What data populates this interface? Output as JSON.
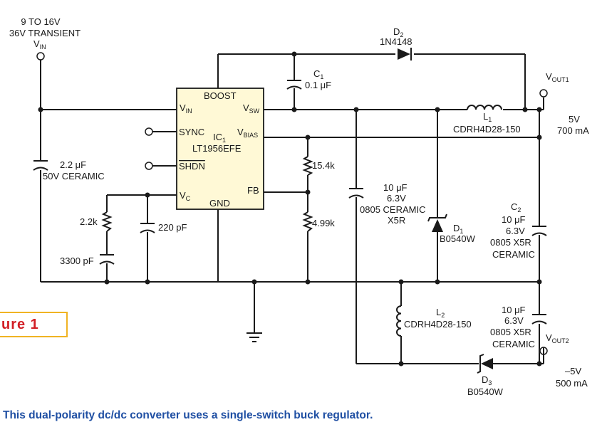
{
  "input": {
    "voltage_range": "9 TO 16V",
    "transient": "36V TRANSIENT",
    "vin_label": "V",
    "vin_sub": "IN"
  },
  "ic": {
    "name": "IC",
    "name_sub": "1",
    "part": "LT1956EFE",
    "pins": {
      "boost": "BOOST",
      "vin": "V",
      "vin_sub": "IN",
      "vsw": "V",
      "vsw_sub": "SW",
      "sync": "SYNC",
      "vbias": "V",
      "vbias_sub": "BIAS",
      "shdn": "SHDN",
      "fb": "FB",
      "vc": "V",
      "vc_sub": "C",
      "gnd": "GND"
    }
  },
  "components": {
    "d2": {
      "ref": "D",
      "ref_sub": "2",
      "part": "1N4148"
    },
    "c1": {
      "ref": "C",
      "ref_sub": "1",
      "value": "0.1 μF"
    },
    "l1": {
      "ref": "L",
      "ref_sub": "1",
      "part": "CDRH4D28-150"
    },
    "cin": {
      "value": "2.2 μF",
      "type": "50V CERAMIC"
    },
    "r_fb_top": {
      "value": "15.4k"
    },
    "r_fb_bot": {
      "value": "4.99k"
    },
    "cbst": {
      "value": "10 μF",
      "voltage": "6.3V",
      "type": "0805 CERAMIC",
      "dielectric": "X5R"
    },
    "d1": {
      "ref": "D",
      "ref_sub": "1",
      "part": "B0540W"
    },
    "c2": {
      "ref": "C",
      "ref_sub": "2",
      "value": "10 μF",
      "voltage": "6.3V",
      "type": "0805 X5R",
      "dielectric": "CERAMIC"
    },
    "rc": {
      "value": "2.2k"
    },
    "cc": {
      "value": "220 pF"
    },
    "cc2": {
      "value": "3300 pF"
    },
    "l2": {
      "ref": "L",
      "ref_sub": "2",
      "part": "CDRH4D28-150"
    },
    "c3": {
      "value": "10 μF",
      "voltage": "6.3V",
      "type": "0805 X5R",
      "dielectric": "CERAMIC"
    },
    "d3": {
      "ref": "D",
      "ref_sub": "3",
      "part": "B0540W"
    }
  },
  "outputs": {
    "vout1": {
      "label": "V",
      "sub": "OUT1",
      "voltage": "5V",
      "current": "700 mA"
    },
    "vout2": {
      "label": "V",
      "sub": "OUT2",
      "voltage": "–5V",
      "current": "500 mA"
    }
  },
  "figure_label": "ure 1",
  "caption": "This dual-polarity dc/dc converter uses a single-switch buck regulator."
}
